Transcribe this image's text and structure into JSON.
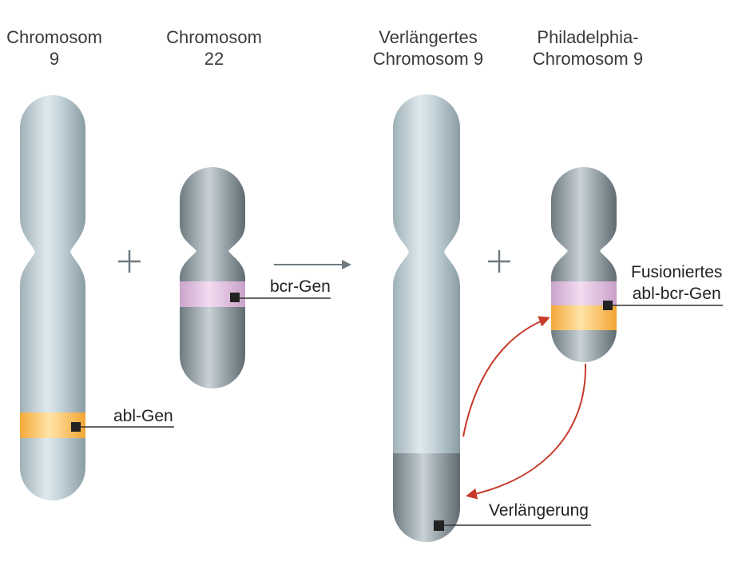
{
  "titles": {
    "chr9": [
      "Chromosom",
      "9"
    ],
    "chr22": [
      "Chromosom",
      "22"
    ],
    "extended9": [
      "Verlängertes",
      "Chromosom 9"
    ],
    "philadelphia": [
      "Philadelphia-",
      "Chromosom 9"
    ]
  },
  "labels": {
    "abl_gene": "abl-Gen",
    "bcr_gene": "bcr-Gen",
    "fusion_gene": [
      "Fusioniertes",
      "abl-bcr-Gen"
    ],
    "extension": "Verlängerung"
  },
  "symbols": {
    "plus": "+"
  },
  "colors": {
    "chromosome_light": "#b7c8d0",
    "chromosome_dark": "#7d8a90",
    "abl_band": "#f7b84a",
    "bcr_band": "#d9b2d9",
    "arrow_red": "#c83a2a",
    "arrow_gray": "#6e7a80"
  }
}
